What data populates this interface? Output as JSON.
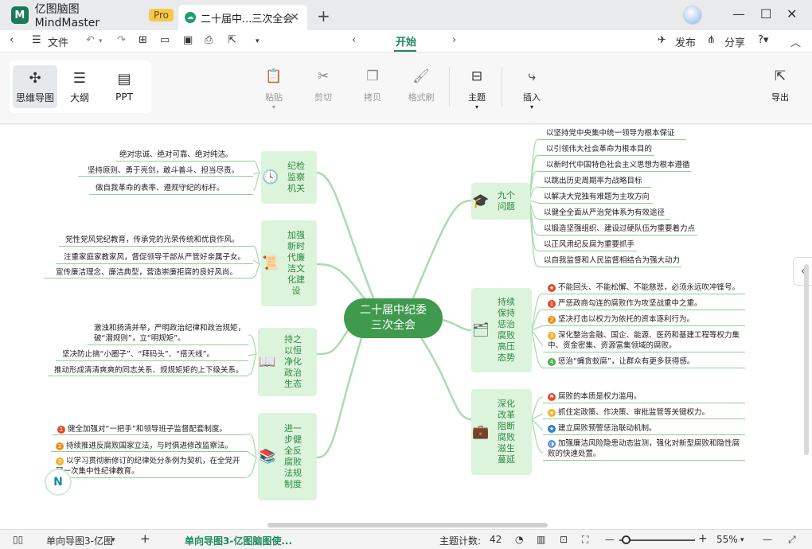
{
  "titlebar": {
    "app_name": "亿图脑图MindMaster",
    "pro_badge": "Pro",
    "doc_tab": "二十届中...三次全会",
    "new_tab": "+",
    "close_tab": "✕"
  },
  "menubar": {
    "file": "文件",
    "center_tab": "开始",
    "publish": "发布",
    "share": "分享"
  },
  "ribbon": {
    "views": [
      {
        "label": "思维导图",
        "icon": "mindmap-icon"
      },
      {
        "label": "大纲",
        "icon": "outline-icon"
      },
      {
        "label": "PPT",
        "icon": "ppt-icon"
      }
    ],
    "paste": "粘贴",
    "cut": "剪切",
    "copy": "拷贝",
    "format_painter": "格式刷",
    "topic": "主题",
    "insert": "插入",
    "export": "导出"
  },
  "mindmap": {
    "central": {
      "line1": "二十届中纪委",
      "line2": "三次全会"
    },
    "branches": [
      {
        "label": "纪检\n监察\n机关",
        "icon": "clock-icon"
      },
      {
        "label": "加强\n新时\n代廉\n洁文\n化建\n设",
        "icon": "document-icon"
      },
      {
        "label": "持之\n以恒\n净化\n政治\n生态",
        "icon": "book-icon"
      },
      {
        "label": "进一\n步健\n全反\n腐败\n法规\n制度",
        "icon": "books-icon"
      },
      {
        "label": "九个\n问题",
        "icon": "graduation-icon"
      },
      {
        "label": "持续\n保持\n惩治\n腐败\n高压\n态势",
        "icon": "chart-icon"
      },
      {
        "label": "深化\n改革\n阻断\n腐败\n滋生\n蔓延",
        "icon": "briefcase-icon"
      }
    ],
    "leaves_b1": [
      "绝对忠诚、绝对可靠、绝对纯洁。",
      "坚持原则、勇于亮剑，敢斗善斗、担当尽责。",
      "做自我革命的表率、遵规守纪的标杆。"
    ],
    "leaves_b2": [
      "党性党风党纪教育，传承党的光荣传统和优良作风。",
      "注重家庭家教家风，督促领导干部从严管好亲属子女。",
      "宣传廉洁理念、廉洁典型，营造崇廉拒腐的良好风尚。"
    ],
    "leaves_b3": [
      "激浊和扬清并举，严明政治纪律和政治规矩，破“潜规则”，立“明规矩”。",
      "坚决防止搞“小圈子”、“拜码头”、“搭天线”。",
      "推动形成清清爽爽的同志关系、规规矩矩的上下级关系。"
    ],
    "leaves_b4": [
      "健全加强对“一把手”和领导班子监督配套制度。",
      "持续推进反腐败国家立法，与时俱进修改监察法。",
      "以学习贯彻新修订的纪律处分条例为契机，在全党开展一次集中性纪律教育。"
    ],
    "leaves_b5": [
      "以坚持党中央集中统一领导为根本保证",
      "以引领伟大社会革命为根本目的",
      "以新时代中国特色社会主义思想为根本遵循",
      "以跳出历史周期率为战略目标",
      "以解决大党独有难题为主攻方向",
      "以健全全面从严治党体系为有效途径",
      "以锻造坚强组织、建设过硬队伍为重要着力点",
      "以正风肃纪反腐为重要抓手",
      "以自我监督和人民监督相结合为强大动力"
    ],
    "leaves_b6": [
      "不能回头、不能松懈、不能慈悲，必须永远吹冲锋号。",
      "严惩政商勾连的腐败作为攻坚战重中之重。",
      "坚决打击以权力为依托的资本逐利行为。",
      "深化整治金融、国企、能源、医药和基建工程等权力集中、资金密集、资源富集领域的腐败。",
      "惩治“蝇贪蚁腐”，让群众有更多获得感。"
    ],
    "leaves_b7": [
      "腐败的本质是权力滥用。",
      "抓住定政策、作决策、审批监管等关键权力。",
      "建立腐败预警惩治联动机制。",
      "加强廉洁风险隐患动态监测，强化对新型腐败和隐性腐败的快速处置。"
    ]
  },
  "statusbar": {
    "page_tab": "单向导图3-亿图",
    "doc_title": "单向导图3-亿图脑图使...",
    "topic_count_label": "主题计数:",
    "topic_count": "42",
    "zoom": "55%"
  }
}
